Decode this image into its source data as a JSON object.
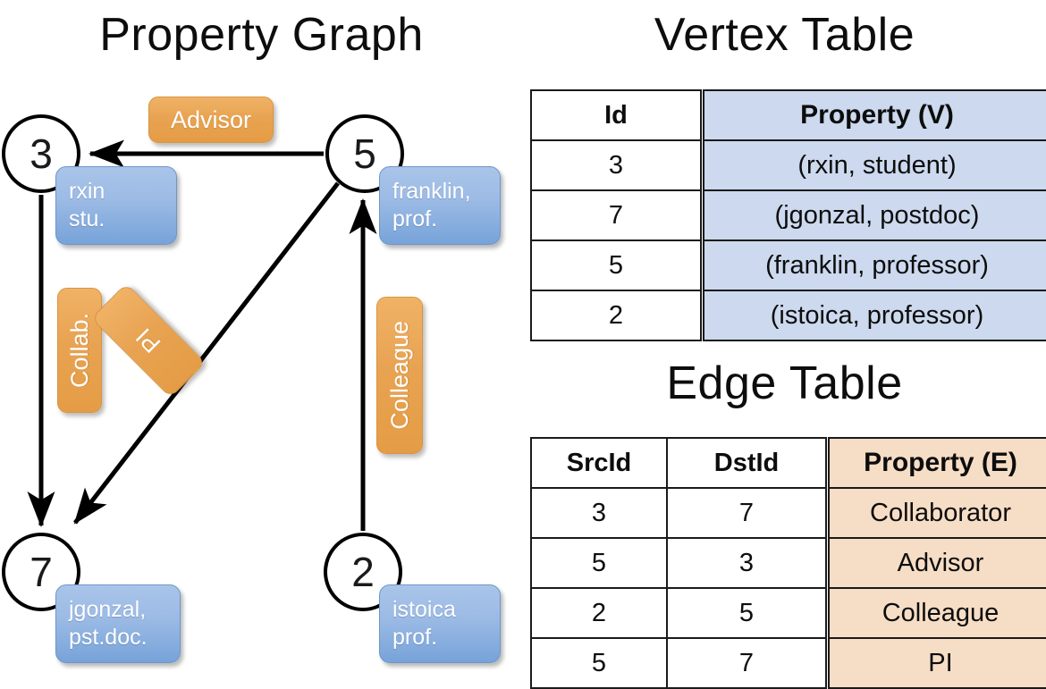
{
  "titles": {
    "property_graph": "Property Graph",
    "vertex_table": "Vertex Table",
    "edge_table": "Edge Table"
  },
  "graph": {
    "nodes": [
      {
        "id": "3",
        "label": "3",
        "property_line1": "rxin",
        "property_line2": "stu."
      },
      {
        "id": "5",
        "label": "5",
        "property_line1": "franklin,",
        "property_line2": "prof."
      },
      {
        "id": "7",
        "label": "7",
        "property_line1": "jgonzal,",
        "property_line2": "pst.doc."
      },
      {
        "id": "2",
        "label": "2",
        "property_line1": "istoica",
        "property_line2": "prof."
      }
    ],
    "edge_labels": [
      {
        "name": "advisor",
        "text": "Advisor"
      },
      {
        "name": "collab",
        "text": "Collab."
      },
      {
        "name": "pi",
        "text": "PI"
      },
      {
        "name": "colleague",
        "text": "Colleague"
      }
    ],
    "colors": {
      "vertex_box": "#9cbbe5",
      "edge_box": "#e8a352",
      "node_outline": "#000000"
    }
  },
  "vertex_table": {
    "headers": [
      "Id",
      "Property (V)"
    ],
    "rows": [
      [
        "3",
        "(rxin, student)"
      ],
      [
        "7",
        "(jgonzal, postdoc)"
      ],
      [
        "5",
        "(franklin, professor)"
      ],
      [
        "2",
        "(istoica, professor)"
      ]
    ],
    "property_column_color": "#ccd9ee"
  },
  "edge_table": {
    "headers": [
      "SrcId",
      "DstId",
      "Property (E)"
    ],
    "rows": [
      [
        "3",
        "7",
        "Collaborator"
      ],
      [
        "5",
        "3",
        "Advisor"
      ],
      [
        "2",
        "5",
        "Colleague"
      ],
      [
        "5",
        "7",
        "PI"
      ]
    ],
    "property_column_color": "#f6ddc5"
  }
}
